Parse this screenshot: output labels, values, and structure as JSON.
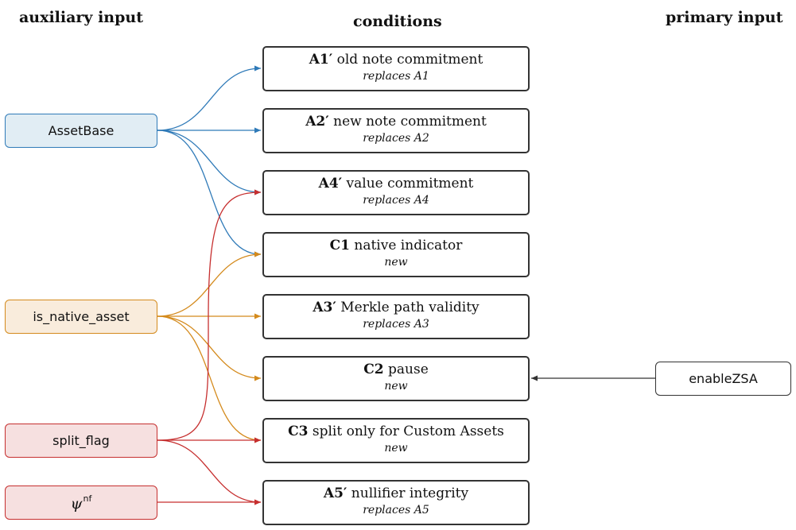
{
  "headers": {
    "auxiliary": "auxiliary input",
    "conditions": "conditions",
    "primary": "primary input"
  },
  "inputs": {
    "asset_base": "AssetBase",
    "is_native_asset": "is_native_asset",
    "split_flag": "split_flag",
    "psi_symbol": "ψ",
    "psi_superscript": "nf",
    "enable_zsa": "enableZSA"
  },
  "conditions": [
    {
      "id": "A1′",
      "title": "old note commitment",
      "note": "replaces A1"
    },
    {
      "id": "A2′",
      "title": "new note commitment",
      "note": "replaces A2"
    },
    {
      "id": "A4′",
      "title": "value commitment",
      "note": "replaces A4"
    },
    {
      "id": "C1",
      "title": "native indicator",
      "note": "new"
    },
    {
      "id": "A3′",
      "title": "Merkle path validity",
      "note": "replaces A3"
    },
    {
      "id": "C2",
      "title": "pause",
      "note": "new"
    },
    {
      "id": "C3",
      "title": "split only for Custom Assets",
      "note": "new"
    },
    {
      "id": "A5′",
      "title": "nullifier integrity",
      "note": "replaces A5"
    }
  ],
  "colors": {
    "asset_base": "#2f7ab8",
    "asset_base_fill": "#e1edf4",
    "is_native_asset": "#d48a1c",
    "is_native_asset_fill": "#f9ecdc",
    "split_flag": "#c62f2f",
    "split_flag_fill": "#f6e0e0",
    "psi": "#c62f2f",
    "psi_fill": "#f6e0e0",
    "enable_zsa": "#333333"
  }
}
